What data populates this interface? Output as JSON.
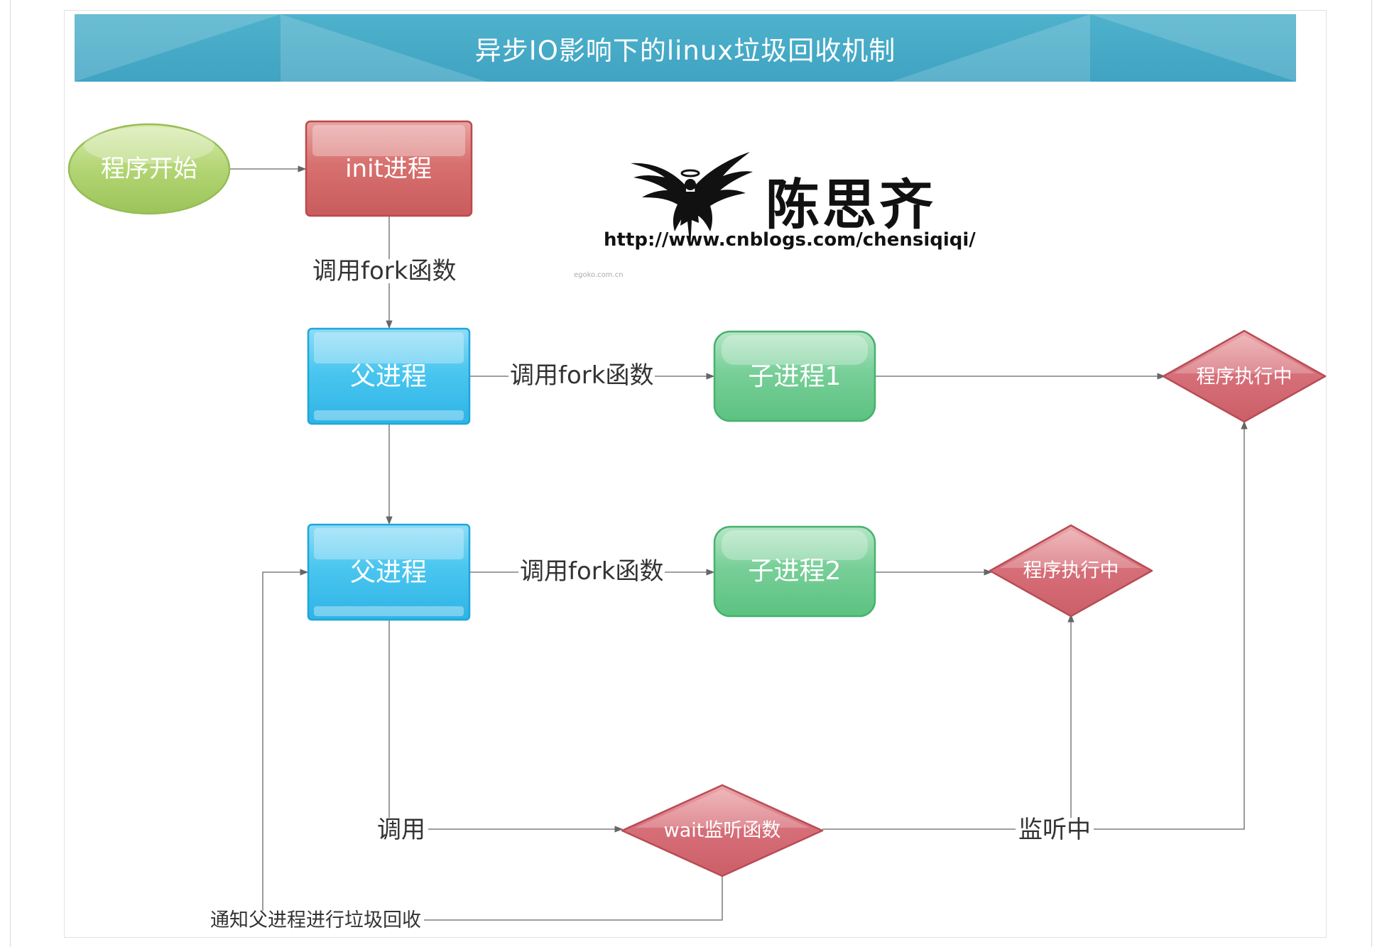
{
  "title": "异步IO影响下的linux垃圾回收机制",
  "nodes": {
    "start": "程序开始",
    "init": "init进程",
    "parent1": "父进程",
    "parent2": "父进程",
    "child1": "子进程1",
    "child2": "子进程2",
    "running1": "程序执行中",
    "running2": "程序执行中",
    "wait_fn": "wait监听函数"
  },
  "edge_labels": {
    "init_to_parent": "调用fork函数",
    "parent1_to_child1": "调用fork函数",
    "parent2_to_child2": "调用fork函数",
    "parent2_call": "调用",
    "listening": "监听中",
    "notify": "通知父进程进行垃圾回收"
  },
  "brand": {
    "name": "陈思齐",
    "url": "http://www.cnblogs.com/chensiqiqi/",
    "watermark": "egoko.com.cn"
  },
  "colors": {
    "title_band": "#45aac7",
    "start_node": "#b6d77a",
    "init_node": "#d06a6a",
    "parent_node": "#3dbde8",
    "child_node": "#6cc98e",
    "decision_node": "#d0626a",
    "edge": "#666666"
  }
}
